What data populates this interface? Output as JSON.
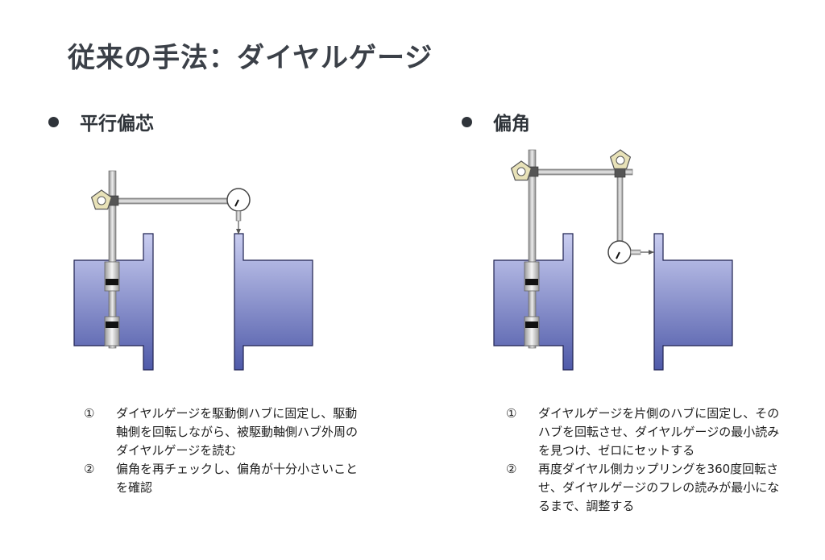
{
  "title": "従来の手法：ダイヤルゲージ",
  "left": {
    "heading": "平行偏芯",
    "steps": [
      {
        "num": "①",
        "text": "ダイヤルゲージを駆動側ハブに固定し、駆動軸側を回転しながら、被駆動軸側ハブ外周のダイヤルゲージを読む"
      },
      {
        "num": "②",
        "text": "偏角を再チェックし、偏角が十分小さいことを確認"
      }
    ]
  },
  "right": {
    "heading": "偏角",
    "steps": [
      {
        "num": "①",
        "text": "ダイヤルゲージを片側のハブに固定し、そのハブを回転させ、ダイヤルゲージの最小読みを見つけ、ゼロにセットする"
      },
      {
        "num": "②",
        "text": "再度ダイヤル側カップリングを360度回転させ、ダイヤルゲージのフレの読みが最小になるまで、調整する"
      }
    ]
  },
  "colors": {
    "hub_top": "#c9cdf0",
    "hub_bottom": "#4f5aa9",
    "hub_stroke": "#1f2250",
    "rod_light": "#eeeeee",
    "rod_dark": "#8a8a8a",
    "knob_fill": "#e8e2b8"
  },
  "icons": [
    "bullet-dot",
    "dial-gauge-icon",
    "knob-screw-icon",
    "clamp-block-icon"
  ]
}
